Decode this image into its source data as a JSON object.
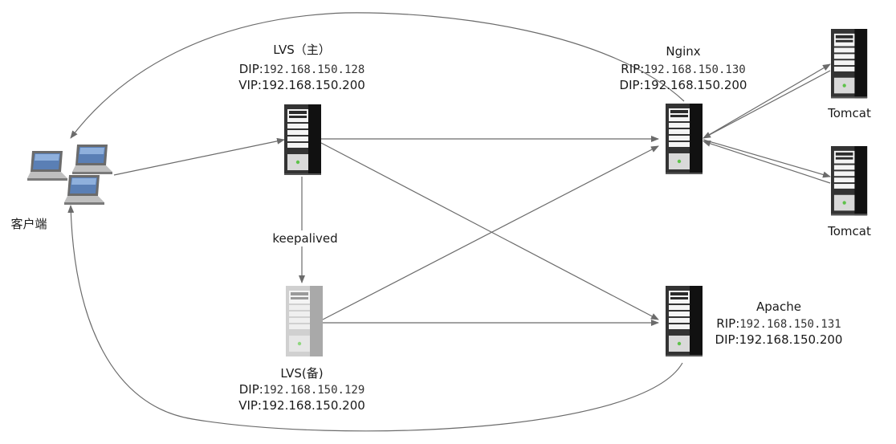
{
  "nodes": {
    "lvs_master": {
      "title": "LVS（主）",
      "dip_prefix": "DIP:",
      "dip": "192.168.150.128",
      "vip": "VIP:192.168.150.200"
    },
    "lvs_backup": {
      "title": "LVS(备)",
      "dip_prefix": "DIP:",
      "dip": "192.168.150.129",
      "vip": "VIP:192.168.150.200"
    },
    "nginx": {
      "title": "Nginx",
      "rip_prefix": "RIP:",
      "rip": "192.168.150.130",
      "dip": "DIP:192.168.150.200"
    },
    "apache": {
      "title": "Apache",
      "rip_prefix": "RIP:",
      "rip": "192.168.150.131",
      "dip": "DIP:192.168.150.200"
    },
    "tomcat1": {
      "title": "Tomcat"
    },
    "tomcat2": {
      "title": "Tomcat"
    },
    "client": {
      "title": "客户端"
    }
  },
  "edges": {
    "keepalived": "keepalived"
  },
  "colors": {
    "line": "#6b6b6b",
    "server_dark": "#2b2b2b",
    "server_light": "#bdbdbd"
  }
}
